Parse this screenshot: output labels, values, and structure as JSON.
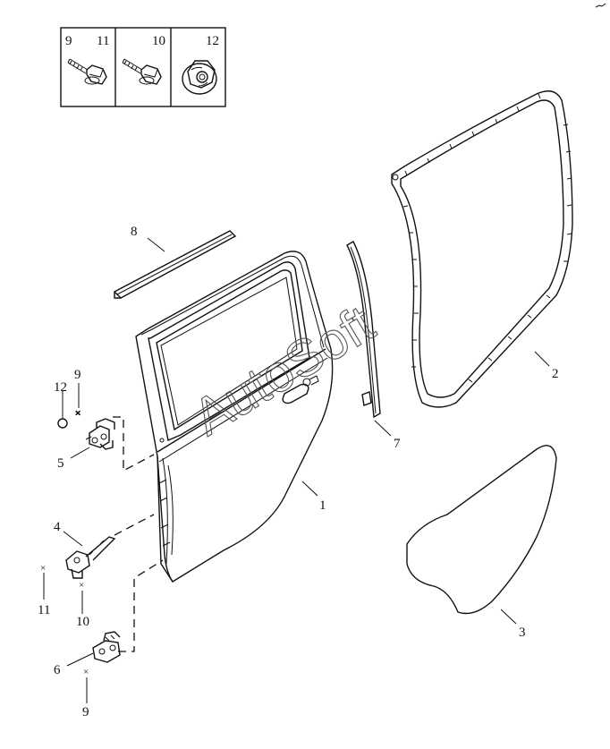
{
  "diagram": {
    "watermark": "AutoSoft",
    "legend": [
      {
        "parts": "9",
        "part2": "11",
        "icon": "bolt-flange-icon"
      },
      {
        "parts": "10",
        "icon": "bolt-flange-icon"
      },
      {
        "parts": "12",
        "icon": "flange-nut-icon"
      }
    ],
    "callouts": {
      "c1": "1",
      "c2": "2",
      "c3": "3",
      "c4": "4",
      "c5": "5",
      "c6": "6",
      "c7": "7",
      "c8": "8",
      "c9a": "9",
      "c9b": "9",
      "c10": "10",
      "c11": "11",
      "c12": "12"
    }
  }
}
